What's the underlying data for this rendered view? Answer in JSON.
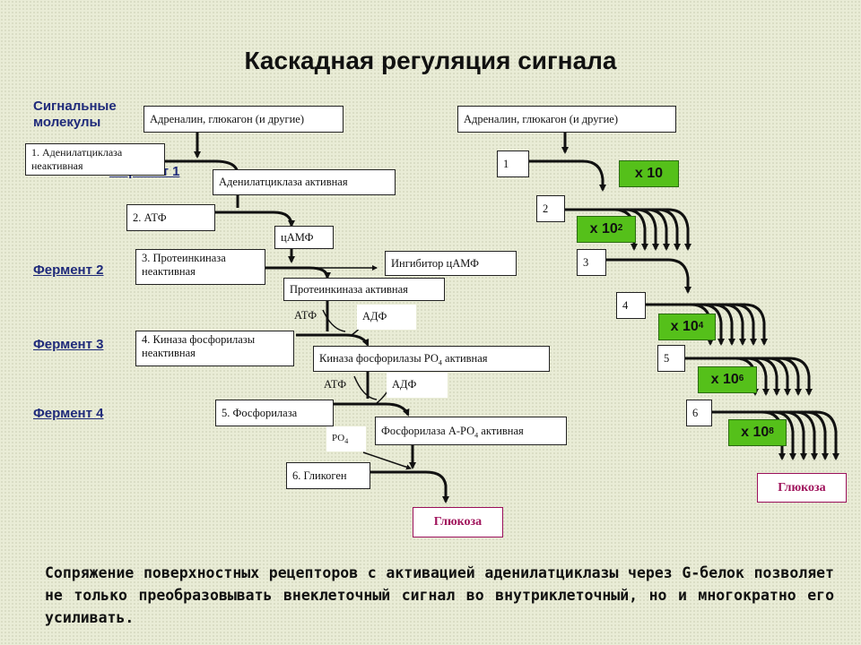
{
  "title": "Каскадная регуляция сигнала",
  "left_labels": {
    "signal_molecules_line1": "Сигнальные",
    "signal_molecules_line2": "молекулы",
    "enzyme1": "Фермент 1",
    "enzyme2": "Фермент 2",
    "enzyme3": "Фермент 3",
    "enzyme4": "Фермент 4"
  },
  "cascade": {
    "hormones": "Адреналин, глюкагон (и другие)",
    "adenylate_inactive_line1": "1. Аденилатциклаза",
    "adenylate_inactive_line2": "неактивная",
    "adenylate_active": "Аденилатциклаза активная",
    "atp": "2. АТФ",
    "camp": "цАМФ",
    "pk_inactive_line1": "3. Протеинкиназа",
    "pk_inactive_line2": "неактивная",
    "camp_inhibitor": "Ингибитор цАМФ",
    "pk_active": "Протеинкиназа активная",
    "atp1": "АТФ",
    "adp1": "АДФ",
    "phk_inactive_line1": "4. Киназа фосфорилазы",
    "phk_inactive_line2": "неактивная",
    "phk_active_pre": "Киназа фосфорилазы РО",
    "phk_active_sub": "4",
    "phk_active_post": " активная",
    "atp2": "АТФ",
    "adp2": "АДФ",
    "phosphorylase": "5. Фосфорилаза",
    "po4_pre": "РО",
    "po4_sub": "4",
    "phos_a_pre": "Фосфорилаза А-РО",
    "phos_a_sub": "4",
    "phos_a_post": " активная",
    "glycogen": "6. Гликоген",
    "glucose": "Глюкоза"
  },
  "amplification": {
    "hormones": "Адреналин, глюкагон (и другие)",
    "steps": [
      "1",
      "2",
      "3",
      "4",
      "5",
      "6"
    ],
    "factors": [
      {
        "base": "х 10",
        "exp": ""
      },
      {
        "base": "х 10",
        "exp": "2"
      },
      {
        "base": "х 10",
        "exp": "4"
      },
      {
        "base": "х 10",
        "exp": "6"
      },
      {
        "base": "х 10",
        "exp": "8"
      }
    ],
    "glucose": "Глюкоза"
  },
  "colors": {
    "factor_box": "#55c01a",
    "glucose_text": "#a0145c",
    "labels": "#1f2a7a"
  },
  "caption": "Сопряжение поверхностных рецепторов с активацией аденилатциклазы через G-белок позволяет не только преобразовывать внеклеточный сигнал во внутриклеточный, но и многократно его усиливать."
}
